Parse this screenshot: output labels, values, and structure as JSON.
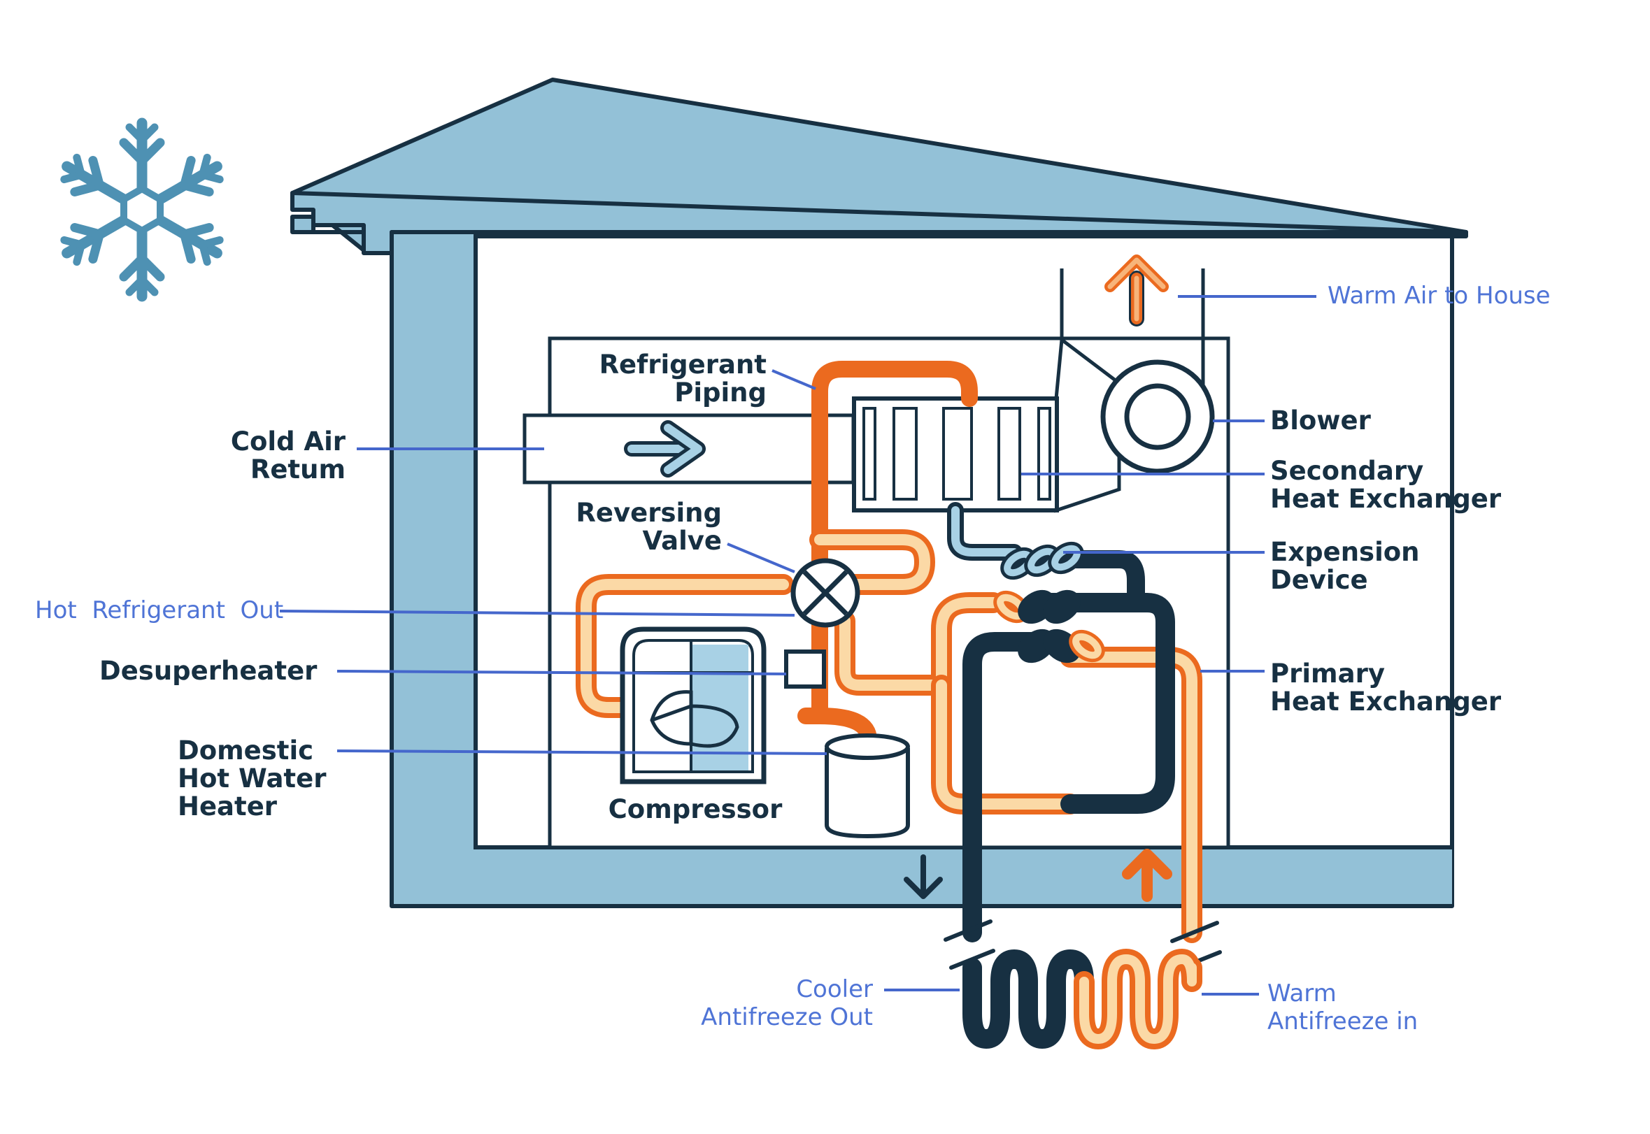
{
  "colors": {
    "house_fill": "#93c1d7",
    "outline": "#173042",
    "hot_refrigerant": "#eb6a1f",
    "warm_tube_fill": "#fbd9a6",
    "cold_tube_fill": "#a8d1e5",
    "leader_line": "#4567cc",
    "label_dark": "#173042",
    "label_blue": "#4f74d6"
  },
  "icons": {
    "weather": "snowflake-icon",
    "valve": "reversing-valve-x-icon",
    "flow_arrows": [
      "air-flow-right-arrow-icon",
      "warm-air-up-arrow-icon",
      "down-arrow-icon",
      "up-arrow-icon"
    ]
  },
  "labels": {
    "refrigerant_piping": [
      "Refrigerant",
      "Piping"
    ],
    "cold_air_return": [
      "Cold Air",
      "Retum"
    ],
    "reversing_valve": [
      "Reversing",
      "Valve"
    ],
    "hot_refrigerant_out": "Hot  Refrigerant  Out",
    "desuperheater": "Desuperheater",
    "domestic_hot_water_heater": [
      "Domestic",
      "Hot Water",
      "Heater"
    ],
    "compressor": "Compressor",
    "warm_air_to_house": "Warm Air to House",
    "blower": "Blower",
    "secondary_heat_exchanger": [
      "Secondary",
      "Heat Exchanger"
    ],
    "expansion_device": [
      "Expension",
      "Device"
    ],
    "primary_heat_exchanger": [
      "Primary",
      "Heat Exchanger"
    ],
    "cooler_antifreeze_out": [
      "Cooler",
      "Antifreeze Out"
    ],
    "warm_antifreeze_in": [
      "Warm",
      "Antifreeze in"
    ]
  }
}
